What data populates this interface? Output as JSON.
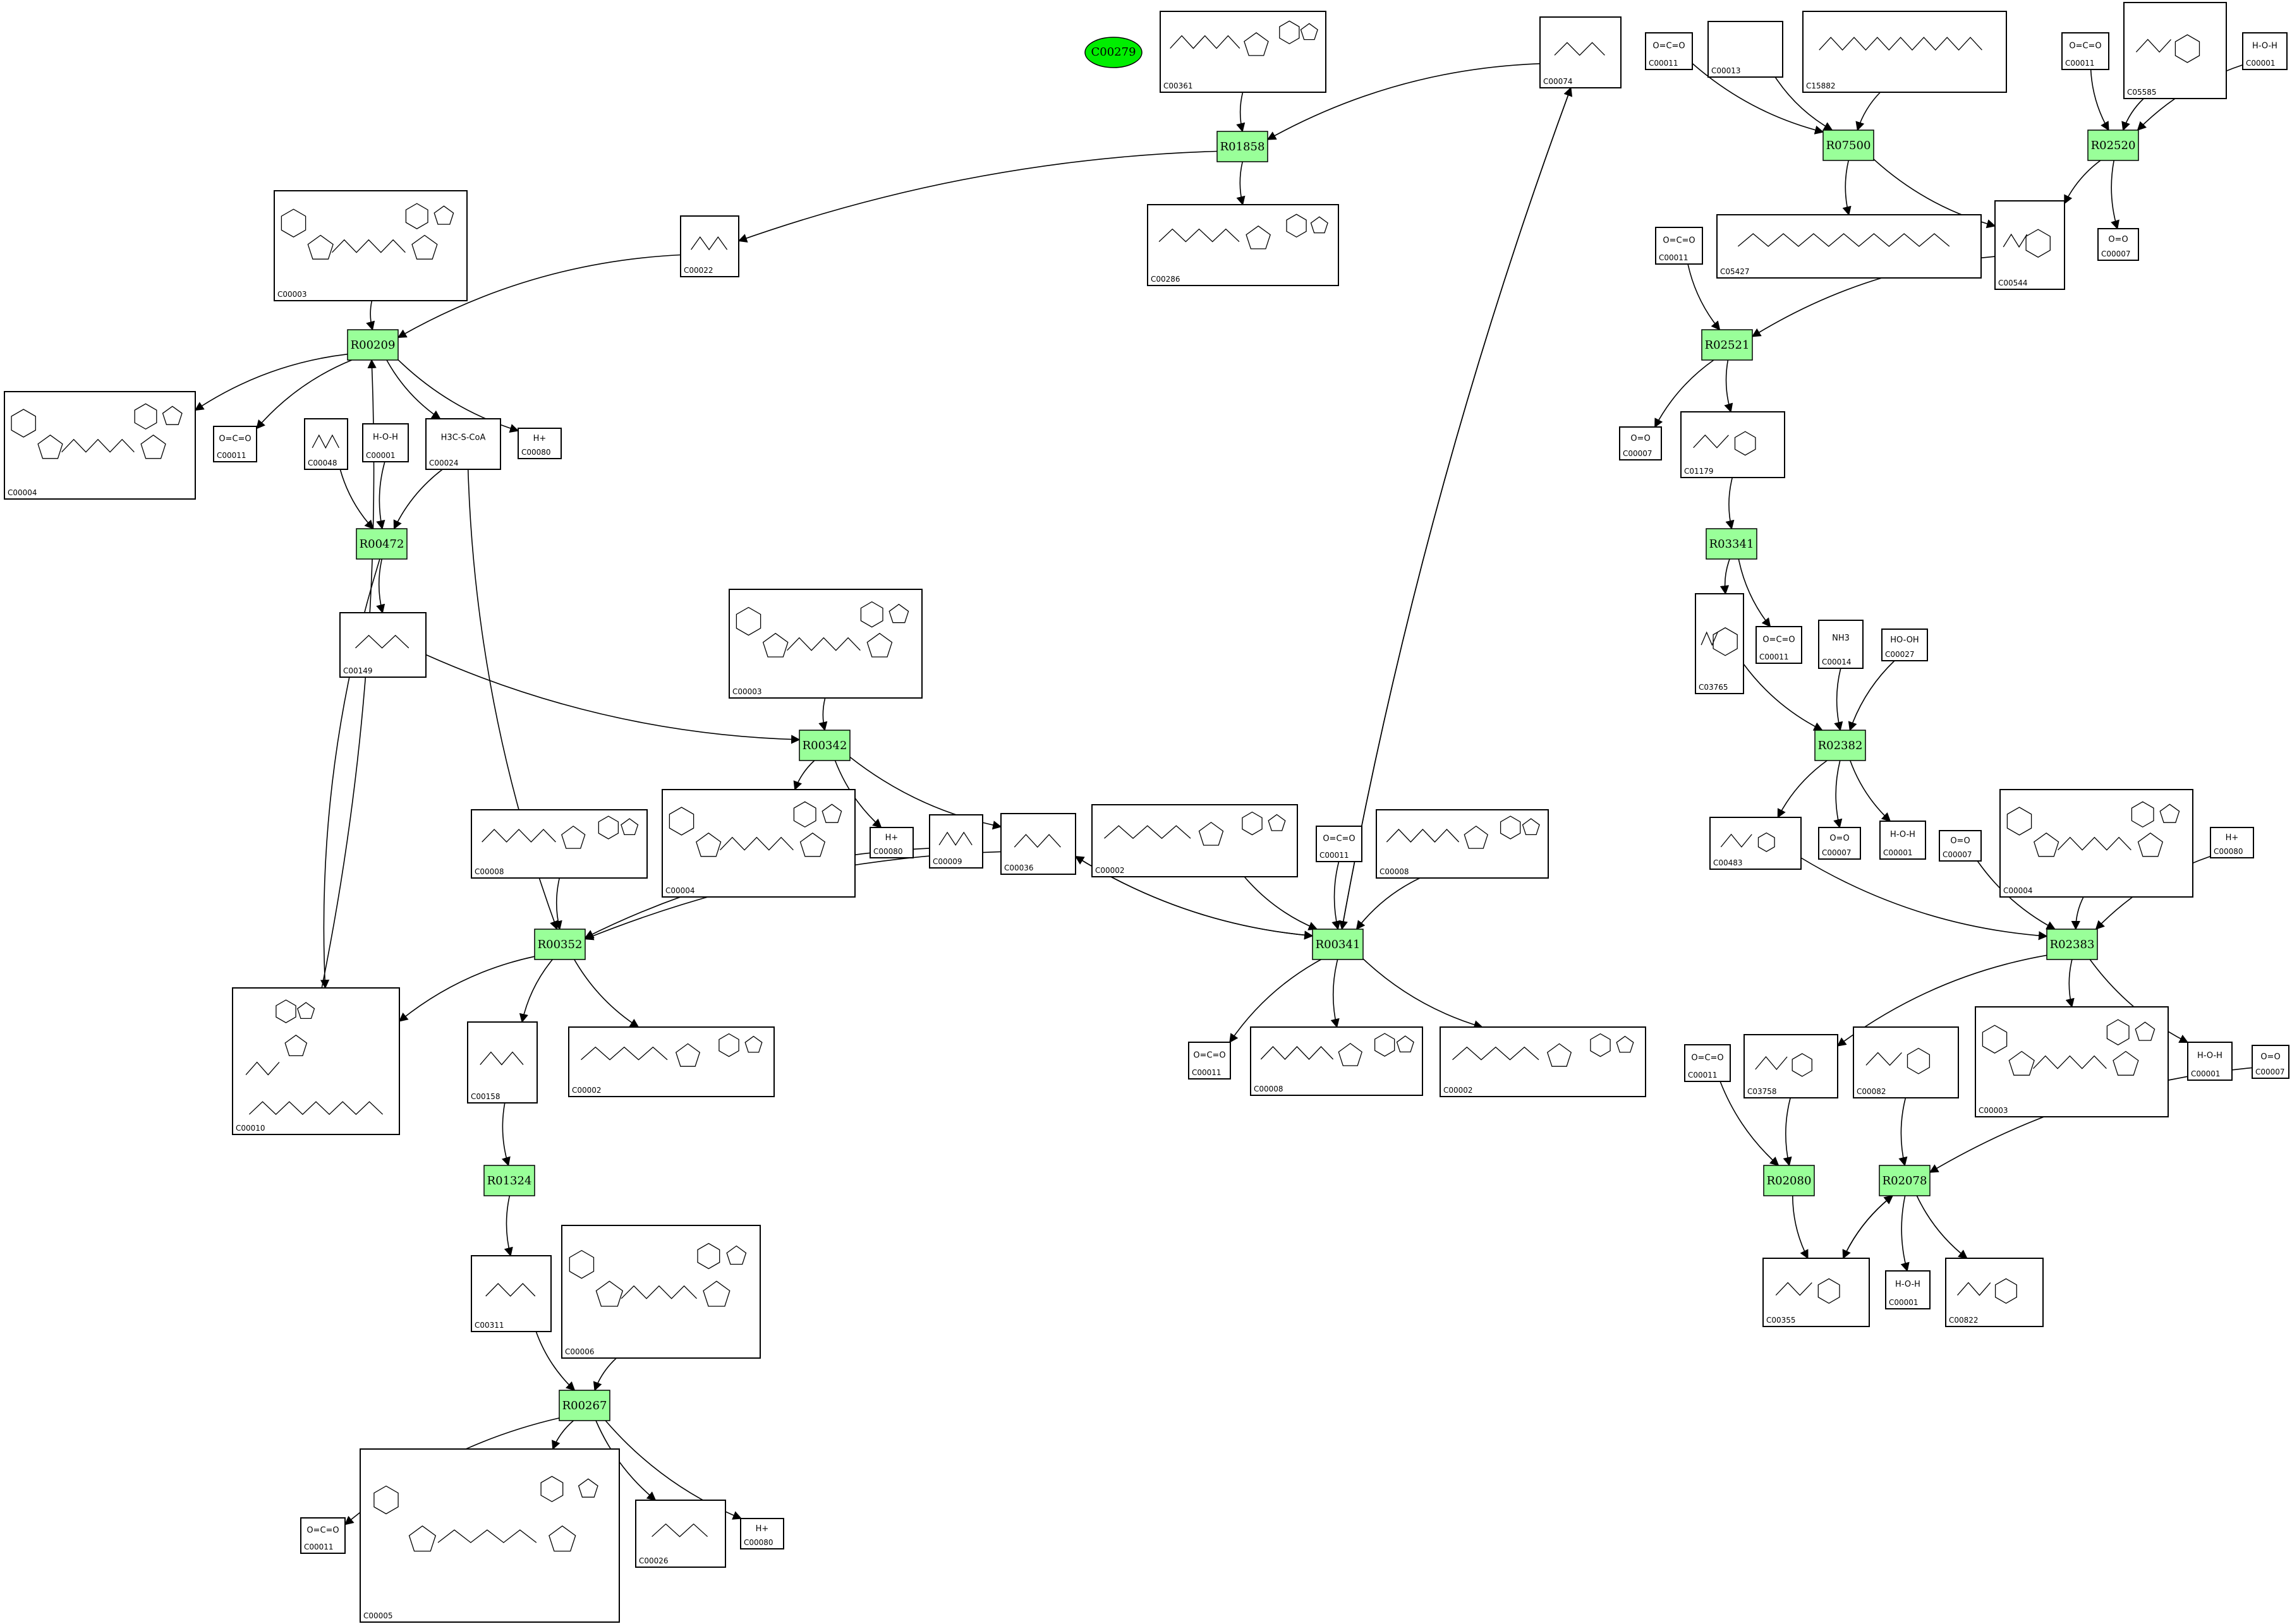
{
  "title_node": {
    "id": "C00279",
    "color": "#00ee00"
  },
  "colors": {
    "reaction_fill": "#99ff99",
    "compound_fill": "#ffffff",
    "stroke": "#000000"
  },
  "reactions": [
    {
      "id": "R01858"
    },
    {
      "id": "R00209"
    },
    {
      "id": "R00472"
    },
    {
      "id": "R00342"
    },
    {
      "id": "R00352"
    },
    {
      "id": "R00341"
    },
    {
      "id": "R01324"
    },
    {
      "id": "R00267"
    },
    {
      "id": "R07500"
    },
    {
      "id": "R02520"
    },
    {
      "id": "R02521"
    },
    {
      "id": "R03341"
    },
    {
      "id": "R02382"
    },
    {
      "id": "R02383"
    },
    {
      "id": "R02080"
    },
    {
      "id": "R02078"
    }
  ],
  "compounds": [
    {
      "key": "c00361",
      "id": "C00361"
    },
    {
      "key": "c00074",
      "id": "C00074"
    },
    {
      "key": "c00286",
      "id": "C00286"
    },
    {
      "key": "c00003a",
      "id": "C00003"
    },
    {
      "key": "c00022",
      "id": "C00022"
    },
    {
      "key": "c00004a",
      "id": "C00004"
    },
    {
      "key": "c00011a",
      "id": "C00011",
      "formula": "O=C=O"
    },
    {
      "key": "c00048",
      "id": "C00048"
    },
    {
      "key": "c00001a",
      "id": "C00001",
      "formula": "H-O-H"
    },
    {
      "key": "c00024",
      "id": "C00024",
      "formula": "H3C-S-CoA"
    },
    {
      "key": "c00080a",
      "id": "C00080",
      "formula": "H+"
    },
    {
      "key": "c00149",
      "id": "C00149"
    },
    {
      "key": "c00003b",
      "id": "C00003"
    },
    {
      "key": "c00004b",
      "id": "C00004"
    },
    {
      "key": "c00080b",
      "id": "C00080",
      "formula": "H+"
    },
    {
      "key": "c00009",
      "id": "C00009"
    },
    {
      "key": "c00036",
      "id": "C00036"
    },
    {
      "key": "c00008a",
      "id": "C00008"
    },
    {
      "key": "c00010",
      "id": "C00010"
    },
    {
      "key": "c00158",
      "id": "C00158"
    },
    {
      "key": "c00002a",
      "id": "C00002"
    },
    {
      "key": "c00002b",
      "id": "C00002"
    },
    {
      "key": "c00011b",
      "id": "C00011",
      "formula": "O=C=O"
    },
    {
      "key": "c00008b",
      "id": "C00008"
    },
    {
      "key": "c00011c",
      "id": "C00011",
      "formula": "O=C=O"
    },
    {
      "key": "c00008c",
      "id": "C00008"
    },
    {
      "key": "c00002c",
      "id": "C00002"
    },
    {
      "key": "c00311",
      "id": "C00311"
    },
    {
      "key": "c00006",
      "id": "C00006"
    },
    {
      "key": "c00005",
      "id": "C00005"
    },
    {
      "key": "c00011d",
      "id": "C00011",
      "formula": "O=C=O"
    },
    {
      "key": "c00026",
      "id": "C00026"
    },
    {
      "key": "c00080c",
      "id": "C00080",
      "formula": "H+"
    },
    {
      "key": "c00011e",
      "id": "C00011",
      "formula": "O=C=O"
    },
    {
      "key": "c00013",
      "id": "C00013"
    },
    {
      "key": "c15882",
      "id": "C15882"
    },
    {
      "key": "c00011f",
      "id": "C00011",
      "formula": "O=C=O"
    },
    {
      "key": "c05585",
      "id": "C05585"
    },
    {
      "key": "c00001b",
      "id": "C00001",
      "formula": "H-O-H"
    },
    {
      "key": "c05427",
      "id": "C05427"
    },
    {
      "key": "c00544",
      "id": "C00544"
    },
    {
      "key": "c00007a",
      "id": "C00007",
      "formula": "O=O"
    },
    {
      "key": "c00011g",
      "id": "C00011",
      "formula": "O=C=O"
    },
    {
      "key": "c00007b",
      "id": "C00007",
      "formula": "O=O"
    },
    {
      "key": "c01179",
      "id": "C01179"
    },
    {
      "key": "c03765",
      "id": "C03765"
    },
    {
      "key": "c00011h",
      "id": "C00011",
      "formula": "O=C=O"
    },
    {
      "key": "c00014",
      "id": "C00014",
      "formula": "NH3"
    },
    {
      "key": "c00027",
      "id": "C00027",
      "formula": "HO-OH"
    },
    {
      "key": "c00483",
      "id": "C00483"
    },
    {
      "key": "c00007c",
      "id": "C00007",
      "formula": "O=O"
    },
    {
      "key": "c00001c",
      "id": "C00001",
      "formula": "H-O-H"
    },
    {
      "key": "c00007d",
      "id": "C00007",
      "formula": "O=O"
    },
    {
      "key": "c00004c",
      "id": "C00004"
    },
    {
      "key": "c00080d",
      "id": "C00080",
      "formula": "H+"
    },
    {
      "key": "c00011i",
      "id": "C00011",
      "formula": "O=C=O"
    },
    {
      "key": "c03758",
      "id": "C03758"
    },
    {
      "key": "c00082",
      "id": "C00082"
    },
    {
      "key": "c00003c",
      "id": "C00003"
    },
    {
      "key": "c00001d",
      "id": "C00001",
      "formula": "H-O-H"
    },
    {
      "key": "c00007e",
      "id": "C00007",
      "formula": "O=O"
    },
    {
      "key": "c00355",
      "id": "C00355"
    },
    {
      "key": "c00001e",
      "id": "C00001",
      "formula": "H-O-H"
    },
    {
      "key": "c00822",
      "id": "C00822"
    }
  ]
}
